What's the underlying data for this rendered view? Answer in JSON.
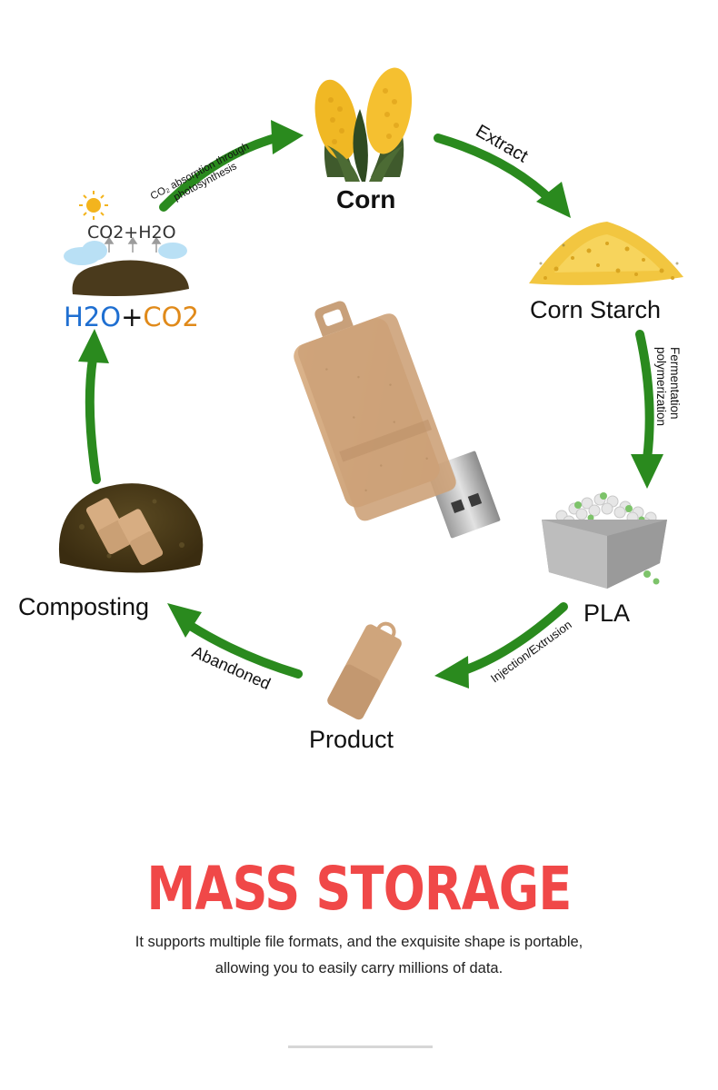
{
  "diagram": {
    "nodes": {
      "corn": "Corn",
      "corn_starch": "Corn Starch",
      "pla": "PLA",
      "product": "Product",
      "composting": "Composting",
      "co2_h2o": "CO2+H2O",
      "h2o": "H2O",
      "plus": "+",
      "co2": "CO2"
    },
    "edges": {
      "extract": "Extract",
      "fermentation_line1": "Fermentation",
      "fermentation_line2": "polymerization",
      "injection": "Injection/Extrusion",
      "abandoned": "Abandoned",
      "co2_absorption_line1": "CO₂ absorption through",
      "co2_absorption_line2": "photosynthesis"
    },
    "colors": {
      "arrow": "#2a8a1e",
      "h2o": "#1f6fd1",
      "co2": "#e08a1a",
      "usb_body": "#cfa57c",
      "soil": "#4a3a1c"
    }
  },
  "headline": "MASS STORAGE",
  "description": {
    "line1": "It supports multiple file formats, and the exquisite shape is portable,",
    "line2": "allowing you to easily carry millions of data."
  }
}
